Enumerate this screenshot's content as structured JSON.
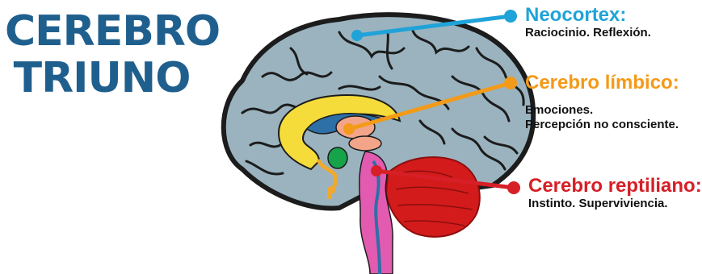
{
  "title": {
    "line1": "CEREBRO",
    "line2": "TRIUNO"
  },
  "callouts": {
    "neocortex": {
      "name": "Neocortex:",
      "desc": "Raciocinio. Reflexión.",
      "color": "#1fa3d8"
    },
    "limbic": {
      "name": "Cerebro límbico:",
      "desc1": "Emociones.",
      "desc2": "Percepción no consciente.",
      "color": "#f39a18"
    },
    "reptilian": {
      "name": "Cerebro reptiliano:",
      "desc": "Instinto. Superviviencia.",
      "color": "#d61f26"
    }
  },
  "colors": {
    "title": "#1f5f8e",
    "cortex": "#9ab3bf",
    "cortex_outline": "#1c1c1c",
    "limbic_ring": "#f5dc3a",
    "thalamus": "#f3a58a",
    "amygdala": "#16a34a",
    "brainstem": "#e25bb0",
    "cerebellum": "#d31b1b"
  }
}
